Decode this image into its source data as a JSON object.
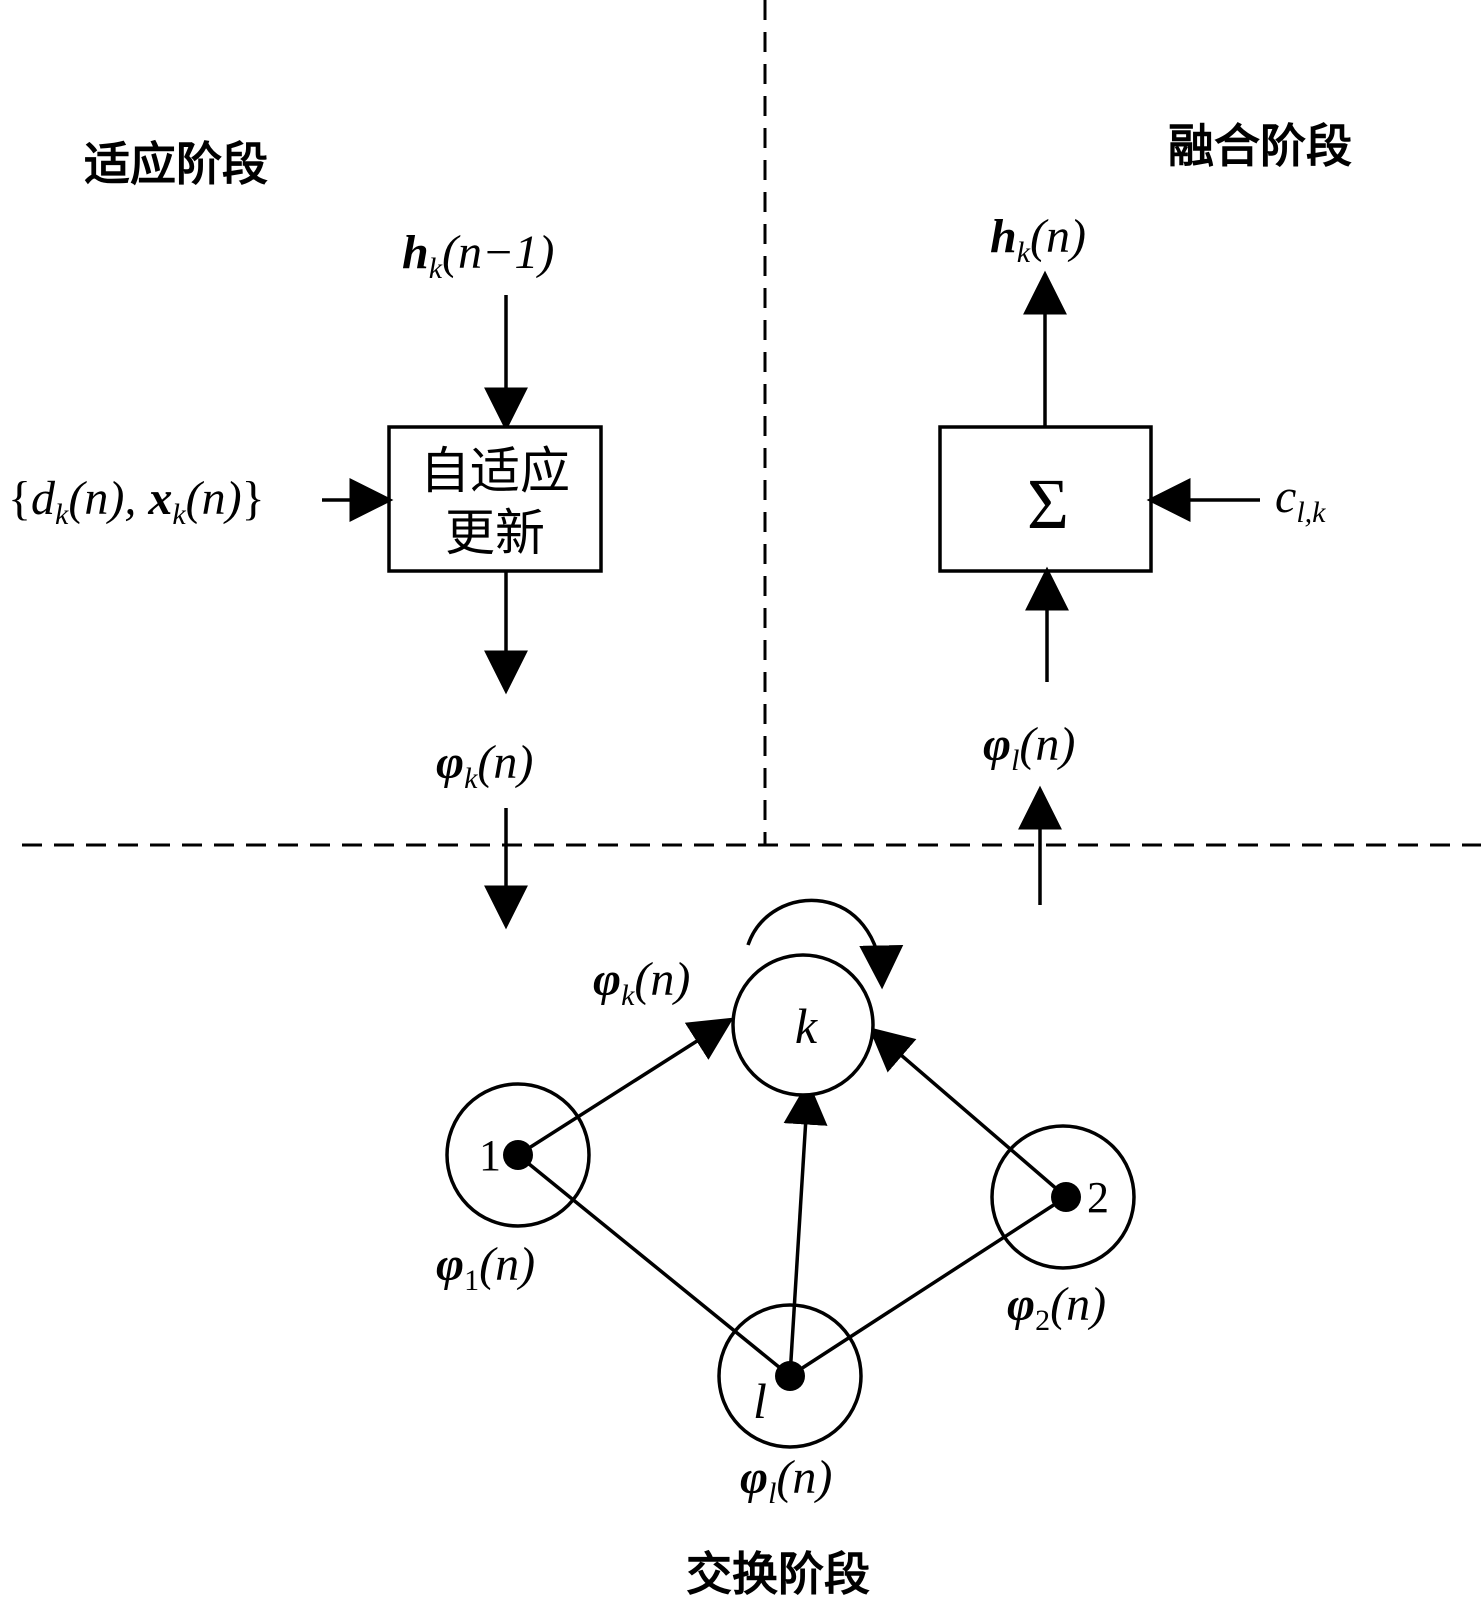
{
  "stages": {
    "adapt": "适应阶段",
    "combine": "融合阶段",
    "exchange": "交换阶段"
  },
  "boxes": {
    "adapt_line1": "自适应",
    "adapt_line2": "更新",
    "sum_symbol": "Σ"
  },
  "labels": {
    "h_prev": {
      "sym": "h",
      "sub": "k",
      "arg": "(n−1)"
    },
    "h_out": {
      "sym": "h",
      "sub": "k",
      "arg": "(n)"
    },
    "inputs": {
      "open": "{",
      "d": "d",
      "d_sub": "k",
      "d_arg": "(n), ",
      "x": "x",
      "x_sub": "k",
      "x_arg": "(n)",
      "close": "}"
    },
    "c_weight": {
      "sym": "c",
      "sub": "l,k"
    },
    "phi_k_out": {
      "sym": "φ",
      "sub": "k",
      "arg": "(n)"
    },
    "phi_l_in": {
      "sym": "φ",
      "sub": "l",
      "arg": "(n)"
    },
    "phi_k_node": {
      "sym": "φ",
      "sub": "k",
      "arg": "(n)"
    },
    "phi_1": {
      "sym": "φ",
      "sub": "1",
      "arg": "(n)"
    },
    "phi_2": {
      "sym": "φ",
      "sub": "2",
      "arg": "(n)"
    },
    "phi_l_node": {
      "sym": "φ",
      "sub": "l",
      "arg": "(n)"
    }
  },
  "nodes": {
    "k": "k",
    "n1": "1",
    "n2": "2",
    "l": "l"
  }
}
